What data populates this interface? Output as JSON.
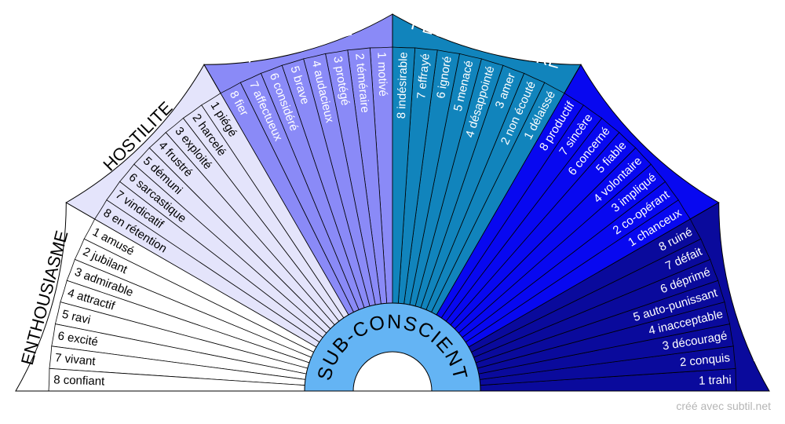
{
  "center_label": "SUB-CONSCIENT",
  "credit": "créé avec subtil.net",
  "sectors": [
    {
      "title": "ENTHOUSIASME",
      "color": "#ffffff",
      "text_color": "#000000",
      "items": [
        "1 amusé",
        "2 jubilant",
        "3 admirable",
        "4 attractif",
        "5 ravi",
        "6 excité",
        "7 vivant",
        "8 confiant"
      ]
    },
    {
      "title": "HOSTILITE",
      "color": "#e4e4fb",
      "text_color": "#000000",
      "items": [
        "1 piégé",
        "2 harcelé",
        "3 exploité",
        "4 frustré",
        "5 démuni",
        "6 sarcastique",
        "7 vindicatif",
        "8 en rétention"
      ]
    },
    {
      "title": "ASSURANCE",
      "color": "#8a8af7",
      "text_color": "#ffffff",
      "items": [
        "1 motivé",
        "2 téméraire",
        "3 protégé",
        "4 audacieux",
        "5 brave",
        "6 considéré",
        "7 affectueux",
        "8 fier"
      ]
    },
    {
      "title": "PEUR DE PERDRE",
      "color": "#1184bc",
      "text_color": "#ffffff",
      "items": [
        "1 délaissé",
        "2 non écouté",
        "3 amer",
        "4 désappointé",
        "5 menacé",
        "6 ignoré",
        "7 effrayé",
        "8 indésirable"
      ]
    },
    {
      "title": "EGALITE",
      "color": "#0808f0",
      "text_color": "#ffffff",
      "items": [
        "1 chanceux",
        "2 co-opérant",
        "3 impliqué",
        "4 volontaire",
        "5 fiable",
        "6 concerné",
        "7 sincère",
        "8 productif"
      ]
    },
    {
      "title": "CHAGRIN ET CULPABILITE",
      "color": "#0a0a9c",
      "text_color": "#ffffff",
      "items": [
        "1 trahi",
        "2 conquis",
        "3 découragé",
        "4 inacceptable",
        "5 auto-punissant",
        "6 déprimé",
        "7 défait",
        "8 ruiné"
      ]
    }
  ]
}
